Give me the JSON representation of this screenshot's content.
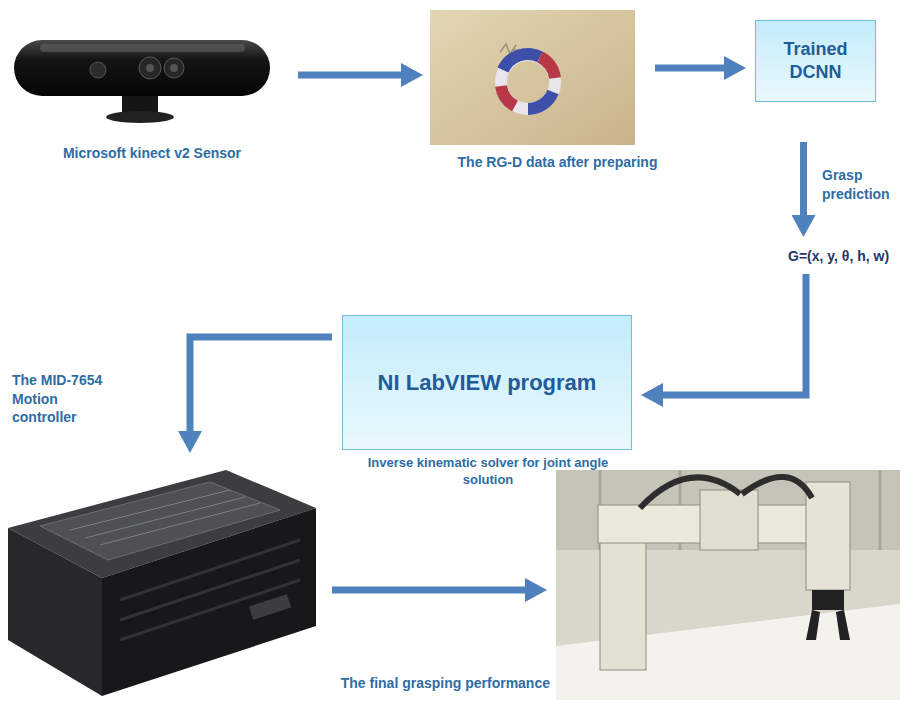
{
  "diagram": {
    "nodes": [
      {
        "text": [
          "Microsoft kinect v2 Sensor"
        ]
      },
      {
        "text": [
          "The RG-D data after preparing"
        ]
      },
      {
        "text": [
          "Trained DCNN"
        ]
      },
      {
        "text": [
          "G=(x, y, θ, h, w)"
        ]
      },
      {
        "text": [
          "NI LabVIEW program",
          "Inverse kinematic solver for joint angle solution"
        ]
      },
      {
        "text": [
          "The MID-7654 Motion controller"
        ]
      },
      {
        "text": [
          "The final grasping performance"
        ]
      }
    ],
    "edges": [
      {
        "from": 0,
        "to": 1,
        "arrow": "to"
      },
      {
        "from": 1,
        "to": 2,
        "arrow": "to"
      },
      {
        "from": 2,
        "to": 3,
        "arrow": "to",
        "label": "Grasp prediction"
      },
      {
        "from": 3,
        "to": 4,
        "arrow": "to"
      },
      {
        "from": 4,
        "to": 5,
        "arrow": "to"
      },
      {
        "from": 5,
        "to": 6,
        "arrow": "to"
      }
    ]
  }
}
